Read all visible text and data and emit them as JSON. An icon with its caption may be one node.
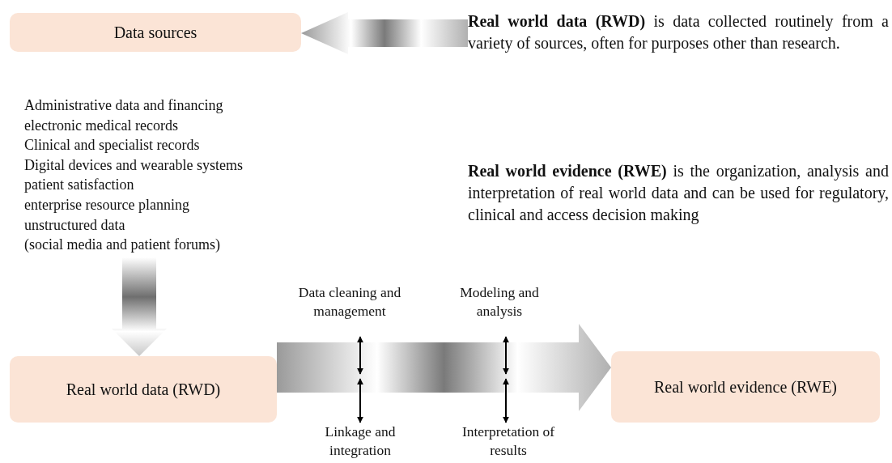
{
  "diagram": {
    "nodes": [
      {
        "text": [
          "Data sources"
        ]
      },
      {
        "text": [
          "**Real world data (RWD)** is data collected routinely from a variety of sources, often for purposes other than research."
        ]
      },
      {
        "text": [
          "Administrative data and financing",
          "electronic medical records",
          "Clinical and specialist records",
          "Digital devices and wearable systems",
          "patient satisfaction",
          "enterprise resource planning",
          "unstructured data",
          "(social media and patient forums)"
        ]
      },
      {
        "text": [
          "Data cleaning and management"
        ]
      },
      {
        "text": [
          "Modeling and analysis"
        ]
      },
      {
        "text": [
          "Real world data (RWD)"
        ]
      },
      {
        "text": [
          "Real world evidence (RWE)"
        ]
      },
      {
        "text": [
          "Linkage and integration"
        ]
      },
      {
        "text": [
          "Interpretation of results"
        ]
      }
    ],
    "edges": [
      {
        "from": 1,
        "to": 0,
        "arrow": "to",
        "style": "thick"
      },
      {
        "from": 2,
        "to": 5,
        "arrow": "to",
        "style": "thick"
      },
      {
        "from": 5,
        "to": 6,
        "arrow": "to",
        "style": "thick"
      },
      {
        "from": 3,
        "to": null,
        "arrow": "both"
      },
      {
        "from": 7,
        "to": null,
        "arrow": "both"
      },
      {
        "from": 4,
        "to": null,
        "arrow": "both"
      },
      {
        "from": 8,
        "to": null,
        "arrow": "both"
      }
    ],
    "labels": [
      "**Real world evidence (RWE)** is the organization, analysis and interpretation of real world data and can be used for regulatory, clinical and access decision making"
    ]
  }
}
